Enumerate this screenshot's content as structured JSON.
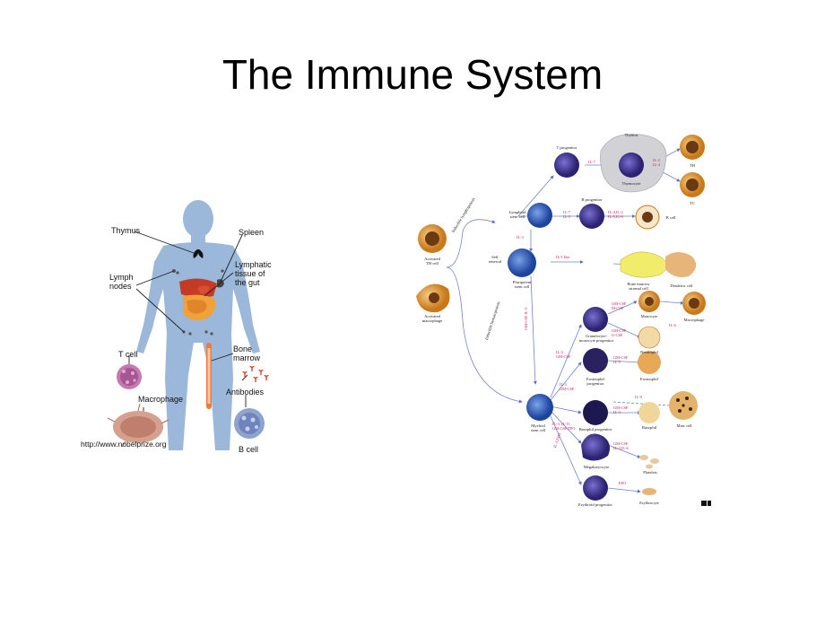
{
  "title": "The Immune System",
  "left_figure": {
    "labels": {
      "thymus": "Thymus",
      "spleen": "Spleen",
      "lymph_nodes": "Lymph\nnodes",
      "lymphatic_gut": "Lymphatic\ntissue of\nthe gut",
      "bone_marrow": "Bone\nmarrow",
      "t_cell": "T cell",
      "macrophage": "Macrophage",
      "antibodies": "Antibodies",
      "b_cell": "B cell",
      "source": "http://www.nobelprize.org"
    },
    "colors": {
      "body": "#8fb0d6",
      "organ_red": "#d9452b",
      "organ_orange": "#f1a63c"
    }
  },
  "right_figure": {
    "cells": {
      "activated_th": "Activated\nTH cell",
      "activated_macrophage": "Activated\nmacrophage",
      "self_renewal": "Self\nrenewal",
      "pluripotent": "Pluripotent\nstem cell",
      "lymphoid": "Lymphoid\nstem cell",
      "myeloid": "Myeloid\nstem cell",
      "t_progenitor": "T progenitor",
      "thymus": "Thymus",
      "thymocyte": "Thymocyte",
      "th": "TH",
      "tc": "TC",
      "b_progenitor": "B progenitor",
      "b_cell": "B cell",
      "stromal": "Bone marrow\nstromal cell",
      "dendritic": "Dendritic cell",
      "gm_progenitor": "Granulocyte-\nmonocyte progenitor",
      "monocyte": "Monocyte",
      "macrophage": "Macrophage",
      "neutrophil": "Neutrophil",
      "eos_progenitor": "Eosinophil\nprogenitor",
      "eosinophil": "Eosinophil",
      "baso_progenitor": "Basophil progenitor",
      "basophil": "Basophil",
      "mast_cell": "Mast cell",
      "megakaryocyte": "Megakaryocyte",
      "platelets": "Platelets",
      "erythroid": "Erythroid progenitor",
      "erythrocyte": "Erythrocyte",
      "inducible_lymphopoiesis": "Inducible lymphopoiesis",
      "inducible_hematopoiesis": "Inducible hematopoiesis"
    },
    "cytokines": {
      "il7_t": "IL-7",
      "il2_t": "IL-2\nIL-4",
      "il7_b": "IL-7\nIL-3",
      "il4_b": "IL-4,IL-2\nIL-5,IL-6",
      "il3": "IL-3",
      "il1": "IL-1 like",
      "gmcsf_il3": "GM-CSF IL-3",
      "gm": "GM-CSF\nM-CSF",
      "gm2": "GM-CSF\nG-CSF",
      "il6": "IL-6",
      "il3_gm": "IL-3\nGM-CSF",
      "gm_il5": "GM-CSF\nIL-5",
      "il3_gm2": "IL-3\nGM-CSF",
      "gm_il3": "GM-CSF\nIL-3",
      "il9": "IL-9",
      "mk": "IL-3, IL-11\nGM-CSF,TPO",
      "gm_il3b": "GM-CSF\nIL-3,IL-6",
      "epo": "EPO",
      "epo2": "IL-3,EPO"
    },
    "colors": {
      "progenitor": "#3a2f8a",
      "stem": "#2a56b8",
      "label_pink": "#d4145a",
      "activated": "#d9891e"
    }
  }
}
